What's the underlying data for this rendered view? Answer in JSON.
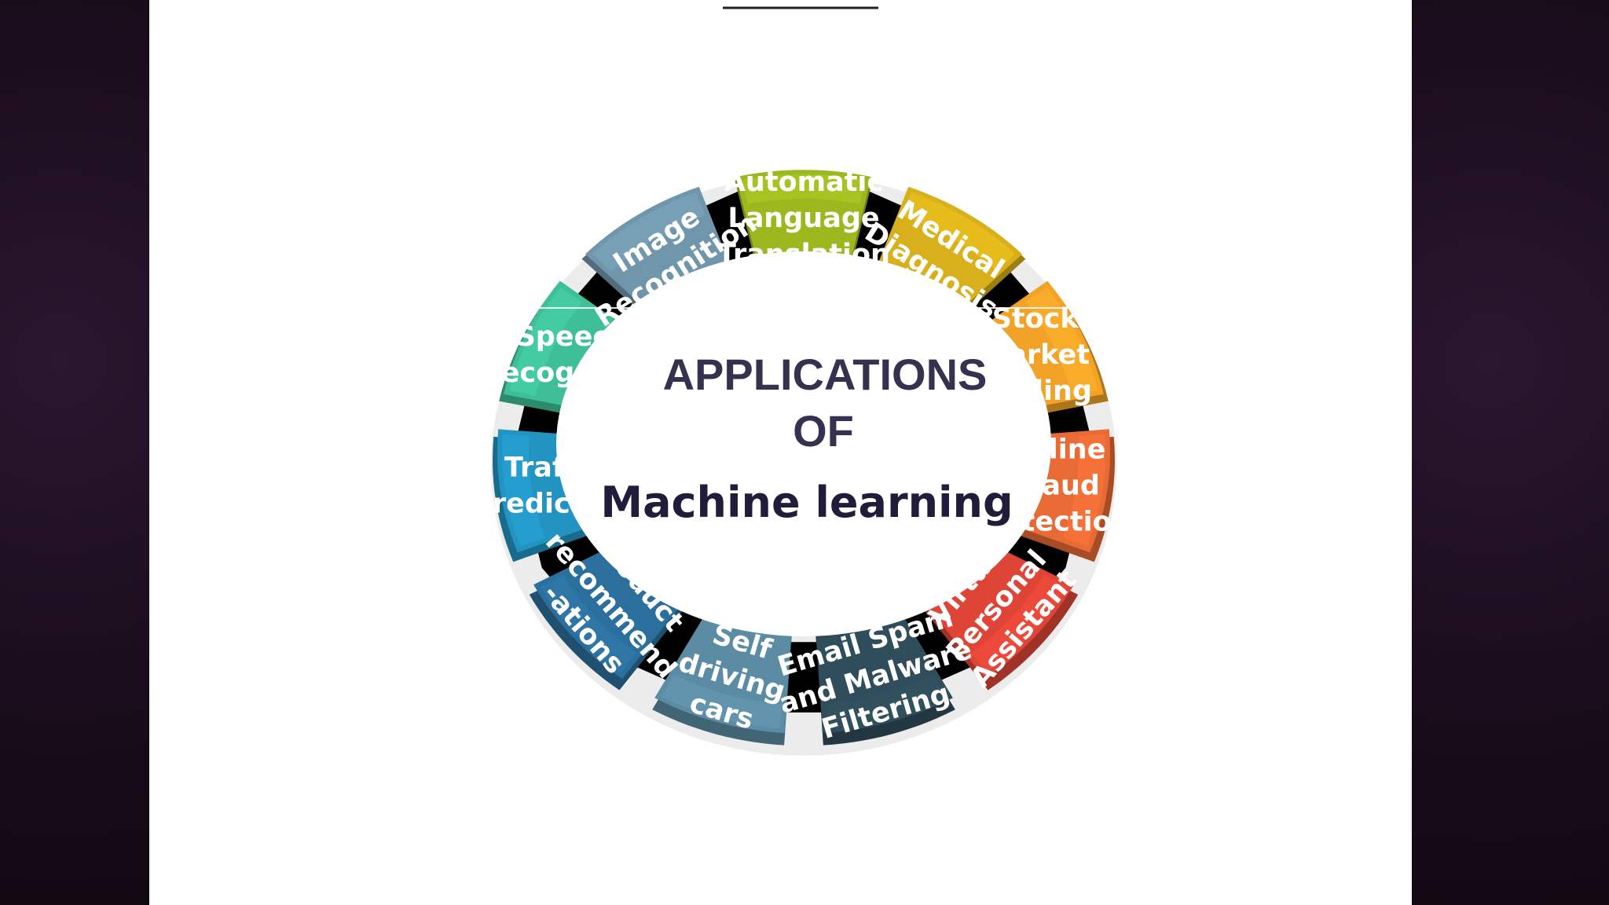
{
  "title": {
    "line1": "APPLICATIONS",
    "line2": "OF",
    "line3": "Machine learning"
  },
  "segments": [
    {
      "lines": [
        "Automatic",
        "Language",
        "Translation"
      ],
      "color": "#9bb81f"
    },
    {
      "lines": [
        "Medical",
        "Diagnosis"
      ],
      "color": "#d8b01b"
    },
    {
      "lines": [
        "Stock",
        "Market",
        "trading"
      ],
      "color": "#f2a226"
    },
    {
      "lines": [
        "Online",
        "Fraud",
        "Detection"
      ],
      "color": "#e86a34"
    },
    {
      "lines": [
        "Virtual",
        "Personal",
        "Assistant"
      ],
      "color": "#de4537"
    },
    {
      "lines": [
        "Email Spam",
        "and Malware",
        "Filtering"
      ],
      "color": "#2f4d5a"
    },
    {
      "lines": [
        "Self",
        "driving",
        "cars"
      ],
      "color": "#5c8ca3"
    },
    {
      "lines": [
        "Product",
        "recommend",
        "-ations"
      ],
      "color": "#2b6f9c"
    },
    {
      "lines": [
        "Traffic",
        "Prediction"
      ],
      "color": "#2394c2"
    },
    {
      "lines": [
        "Speech",
        "Recognition"
      ],
      "color": "#3fbf98"
    },
    {
      "lines": [
        "Image",
        "Recognition"
      ],
      "color": "#7096ab"
    }
  ],
  "colors": {
    "background_dark": "#1c0f1f",
    "slide": "#ffffff",
    "title_text": "#34324f",
    "connector": "#000000"
  }
}
